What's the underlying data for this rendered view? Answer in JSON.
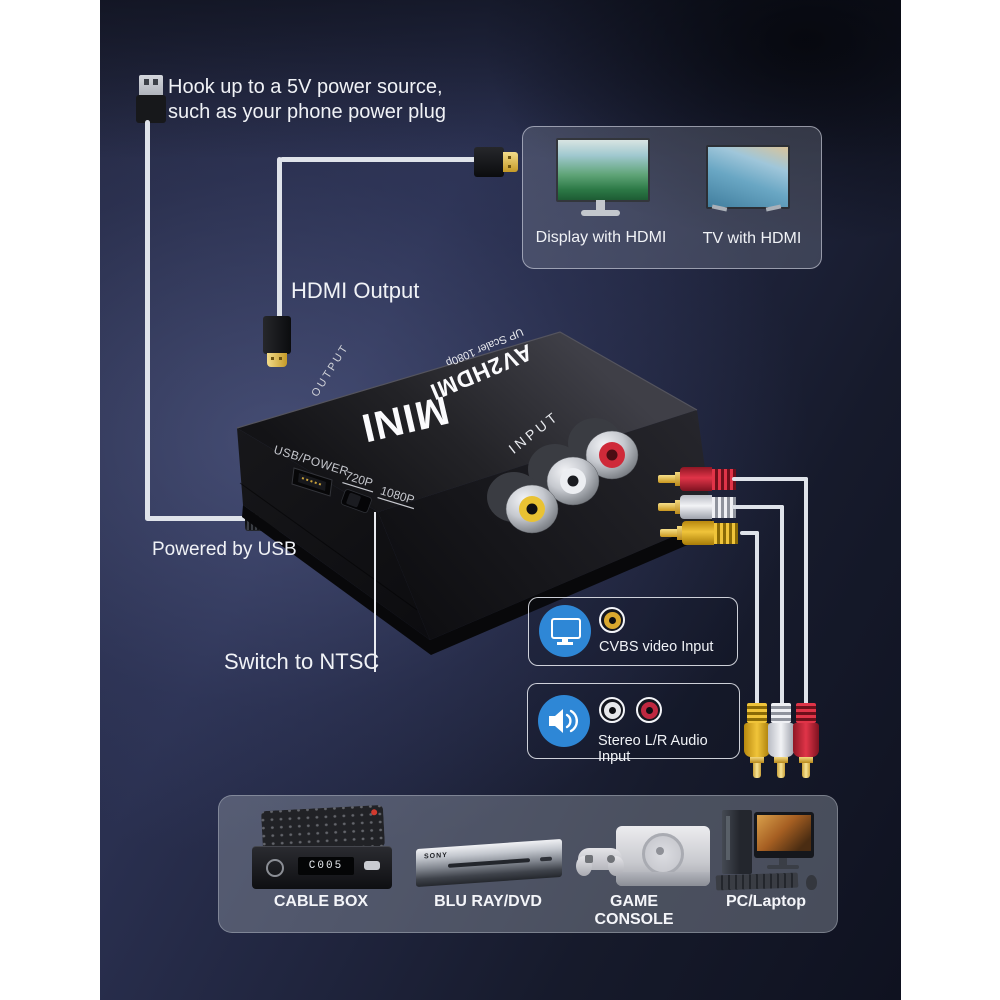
{
  "annotations": {
    "power_note_line1": "Hook up to a 5V power source,",
    "power_note_line2": "such as your phone power plug",
    "hdmi_output": "HDMI Output",
    "powered_by_usb": "Powered by USB",
    "switch_to_ntsc": "Switch to NTSC"
  },
  "hdmi_targets": {
    "display_label": "Display with HDMI",
    "tv_label": "TV with HDMI"
  },
  "converter": {
    "brand": "MINI",
    "model": "AV2HDMI",
    "scaler": "UP Scaler 1080p",
    "output_port": "OUTPUT",
    "input_port": "INPUT",
    "power_port": "USB/POWER",
    "mode_720": "720P",
    "mode_1080": "1080P"
  },
  "legend": {
    "video_label": "CVBS video Input",
    "audio_label": "Stereo L/R Audio Input"
  },
  "sources": {
    "cable_box": "CABLE BOX",
    "bluray": "BLU RAY/DVD",
    "console": "GAME CONSOLE",
    "pc": "PC/Laptop",
    "dvd_brand": "SONY",
    "receiver_display": "C005"
  },
  "colors": {
    "rca_yellow": "#e9c233",
    "rca_white": "#eceef2",
    "rca_red": "#cf2a39",
    "accent_blue": "#2e87d6",
    "cable": "#dfe3ea",
    "background": "#262c45"
  }
}
